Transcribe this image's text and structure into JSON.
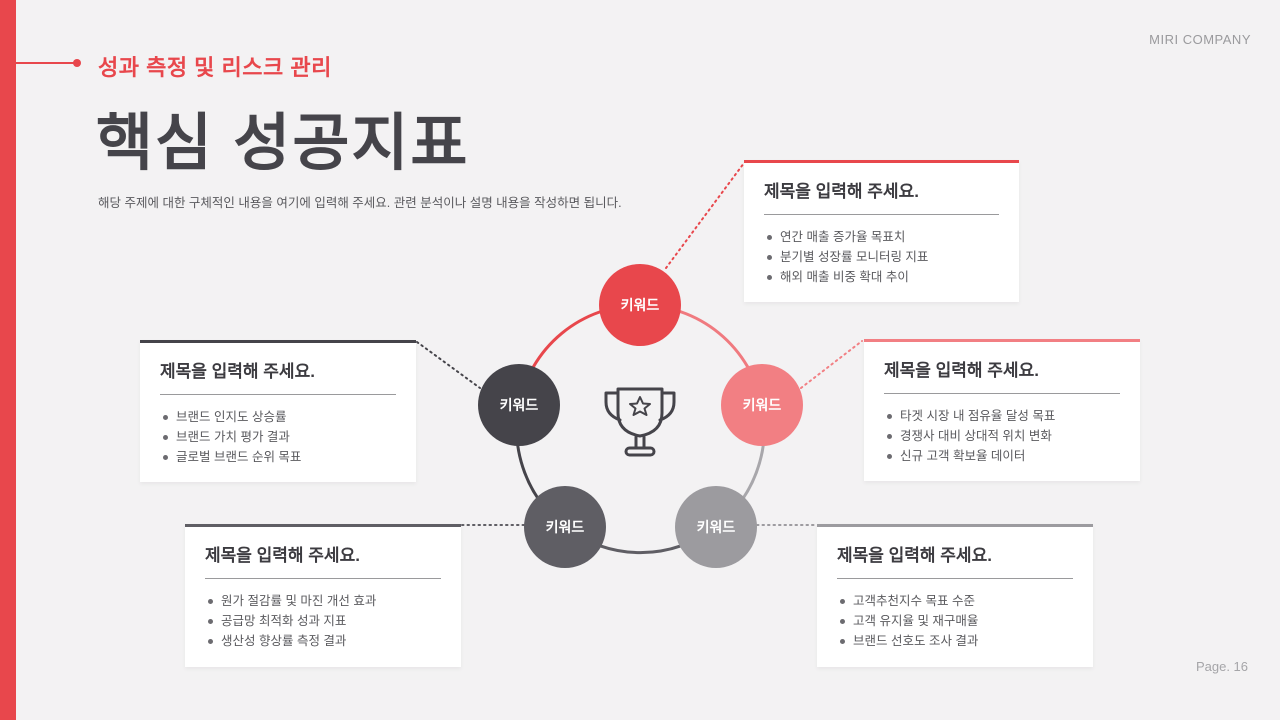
{
  "header": {
    "kicker": "성과 측정 및 리스크 관리",
    "title": "핵심 성공지표",
    "description": "해당 주제에 대한 구체적인 내용을 여기에 입력해 주세요. 관련 분석이나 설명 내용을 작성하면 됩니다.",
    "brand": "MIRI COMPANY",
    "page": "Page. 16"
  },
  "colors": {
    "accent": "#e8474c",
    "accent_light": "#f27f83",
    "dark": "#45444a",
    "mid": "#5f5e64",
    "light_gray": "#9c9b9f",
    "background": "#f3f2f3"
  },
  "center_icon": "trophy-star-icon",
  "nodes": [
    {
      "label": "키워드",
      "position": "top",
      "color": "#e8474c"
    },
    {
      "label": "키워드",
      "position": "right",
      "color": "#f27f83"
    },
    {
      "label": "키워드",
      "position": "bottom-right",
      "color": "#9c9b9f"
    },
    {
      "label": "키워드",
      "position": "bottom-left",
      "color": "#5f5e64"
    },
    {
      "label": "키워드",
      "position": "left",
      "color": "#45444a"
    }
  ],
  "cards": [
    {
      "position": "top-right",
      "title": "제목을 입력해 주세요.",
      "bullets": [
        "연간 매출 증가율 목표치",
        "분기별 성장률 모니터링 지표",
        "해외 매출 비중 확대 추이"
      ]
    },
    {
      "position": "right",
      "title": "제목을 입력해 주세요.",
      "bullets": [
        "타겟 시장 내 점유율 달성 목표",
        "경쟁사 대비 상대적 위치 변화",
        "신규 고객 확보율 데이터"
      ]
    },
    {
      "position": "bottom-right",
      "title": "제목을 입력해 주세요.",
      "bullets": [
        "고객추천지수 목표 수준",
        "고객 유지율 및 재구매율",
        "브랜드 선호도 조사 결과"
      ]
    },
    {
      "position": "bottom-left",
      "title": "제목을 입력해 주세요.",
      "bullets": [
        "원가 절감률 및 마진 개선 효과",
        "공급망 최적화 성과 지표",
        "생산성 향상률 측정 결과"
      ]
    },
    {
      "position": "left",
      "title": "제목을 입력해 주세요.",
      "bullets": [
        "브랜드 인지도 상승률",
        "브랜드 가치 평가 결과",
        "글로벌 브랜드 순위 목표"
      ]
    }
  ]
}
